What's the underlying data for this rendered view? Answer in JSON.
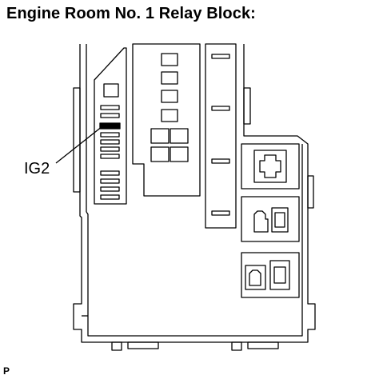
{
  "title": "Engine Room No. 1 Relay Block:",
  "callout": {
    "label": "IG2"
  },
  "corner_mark": "P",
  "colors": {
    "line": "#000000",
    "highlight": "#000000",
    "background": "#ffffff"
  }
}
